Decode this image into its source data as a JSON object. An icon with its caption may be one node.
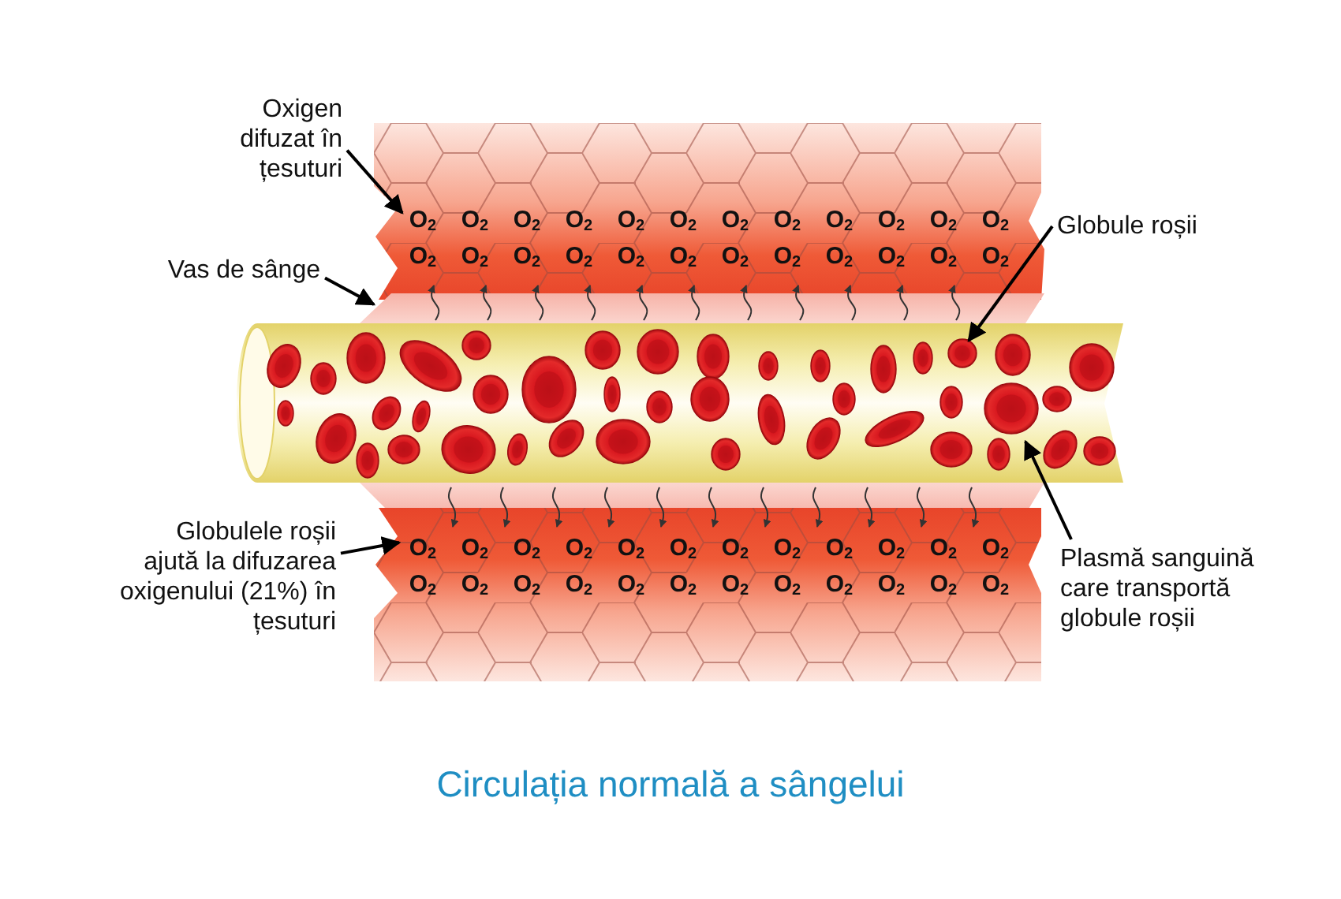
{
  "diagram": {
    "title": "Circulația normală a sângelui",
    "nodes": [
      {
        "text": [
          "Oxigen difuzat în țesuturi"
        ]
      },
      {
        "text": [
          "Globule roșii"
        ]
      },
      {
        "text": [
          "Vas de sânge"
        ]
      },
      {
        "text": [
          "Globulele roșii ajută la difuzarea oxigenului (21%) în țesuturi"
        ]
      },
      {
        "text": [
          "Plasmă sanguină care transportă globule roșii"
        ]
      },
      {
        "text": [],
        "shape": "picture"
      },
      {
        "text": [],
        "shape": "cylinder"
      },
      {
        "text": [],
        "shape": "cylinder"
      },
      {
        "text": [],
        "shape": "circle"
      },
      {
        "text": [],
        "shape": "picture"
      }
    ],
    "edges": [
      {
        "from": 0,
        "to": 5,
        "arrow": "to"
      },
      {
        "from": 1,
        "to": 8,
        "arrow": "to"
      },
      {
        "from": 2,
        "to": 6,
        "arrow": "to"
      },
      {
        "from": 3,
        "to": 9,
        "arrow": "to"
      },
      {
        "from": 4,
        "to": 7,
        "arrow": "to"
      },
      {
        "from": 6,
        "to": 5,
        "arrow": "to"
      },
      {
        "from": 6,
        "to": 5,
        "arrow": "to"
      },
      {
        "from": 6,
        "to": 5,
        "arrow": "to"
      },
      {
        "from": 6,
        "to": 5,
        "arrow": "to"
      },
      {
        "from": 6,
        "to": 5,
        "arrow": "to"
      },
      {
        "from": 6,
        "to": 5,
        "arrow": "to"
      },
      {
        "from": 6,
        "to": 5,
        "arrow": "to"
      },
      {
        "from": 6,
        "to": 5,
        "arrow": "to"
      },
      {
        "from": 6,
        "to": 5,
        "arrow": "to"
      },
      {
        "from": 6,
        "to": 5,
        "arrow": "to"
      },
      {
        "from": 6,
        "to": 5,
        "arrow": "to"
      },
      {
        "from": 6,
        "to": 9,
        "arrow": "to"
      },
      {
        "from": 6,
        "to": 9,
        "arrow": "to"
      },
      {
        "from": 6,
        "to": 9,
        "arrow": "to"
      },
      {
        "from": 6,
        "to": 9,
        "arrow": "to"
      },
      {
        "from": 6,
        "to": 9,
        "arrow": "to"
      },
      {
        "from": 6,
        "to": 9,
        "arrow": "to"
      },
      {
        "from": 6,
        "to": 9,
        "arrow": "to"
      },
      {
        "from": 6,
        "to": 9,
        "arrow": "to"
      },
      {
        "from": 6,
        "to": 9,
        "arrow": "to"
      },
      {
        "from": 6,
        "to": 9,
        "arrow": "to"
      },
      {
        "from": 6,
        "to": 9,
        "arrow": "to"
      }
    ],
    "labels": [
      "O$_{2}$",
      "O$_{2}$",
      "O$_{2}$",
      "O$_{2}$",
      "O$_{2}$",
      "O$_{2}$",
      "O$_{2}$",
      "O$_{2}$",
      "O$_{2}$",
      "O$_{2}$",
      "O$_{2}$",
      "O$_{2}$",
      "O$_{2}$",
      "O$_{2}$",
      "O$_{2}$",
      "O$_{2}$",
      "O$_{2}$",
      "O$_{2}$",
      "O$_{2}$",
      "O$_{2}$",
      "O$_{2}$",
      "O$_{2}$",
      "O$_{2}$",
      "O$_{2}$",
      "O$_{2}$",
      "O$_{2}$",
      "O$_{2}$",
      "O$_{2}$",
      "O$_{2}$",
      "O$_{2}$",
      "O$_{2}$",
      "O$_{2}$",
      "O$_{2}$",
      "O$_{2}$",
      "O$_{2}$",
      "O$_{2}$",
      "O$_{2}$",
      "O$_{2}$",
      "O$_{2}$",
      "O$_{2}$",
      "O$_{2}$",
      "O$_{2}$",
      "O$_{2}$",
      "O$_{2}$",
      "O$_{2}$",
      "O$_{2}$",
      "O$_{2}$",
      "O$_{2}$"
    ]
  }
}
